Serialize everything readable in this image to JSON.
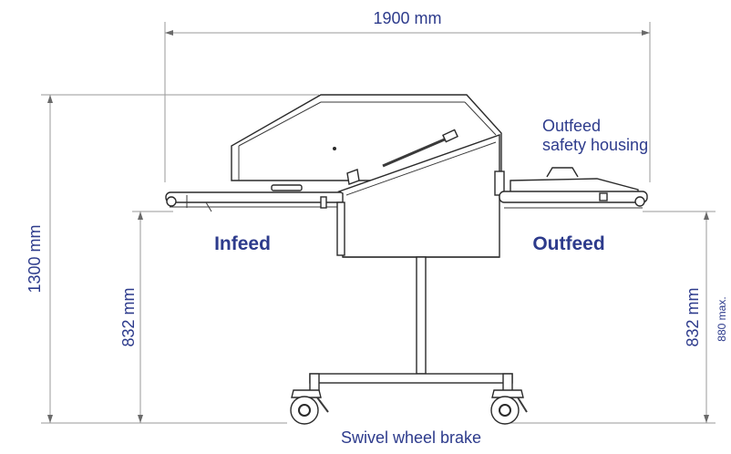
{
  "labels": {
    "width": "1900 mm",
    "height_total": "1300 mm",
    "height_infeed": "832 mm",
    "height_outfeed": "832 mm",
    "height_max": "880 max.",
    "infeed": "Infeed",
    "outfeed": "Outfeed",
    "outfeed_housing_line1": "Outfeed",
    "outfeed_housing_line2": "safety housing",
    "brake": "Swivel wheel brake"
  },
  "colors": {
    "label": "#2d3b8c",
    "outline": "#2a2a2a",
    "dimension_line": "#9a9a9a"
  }
}
